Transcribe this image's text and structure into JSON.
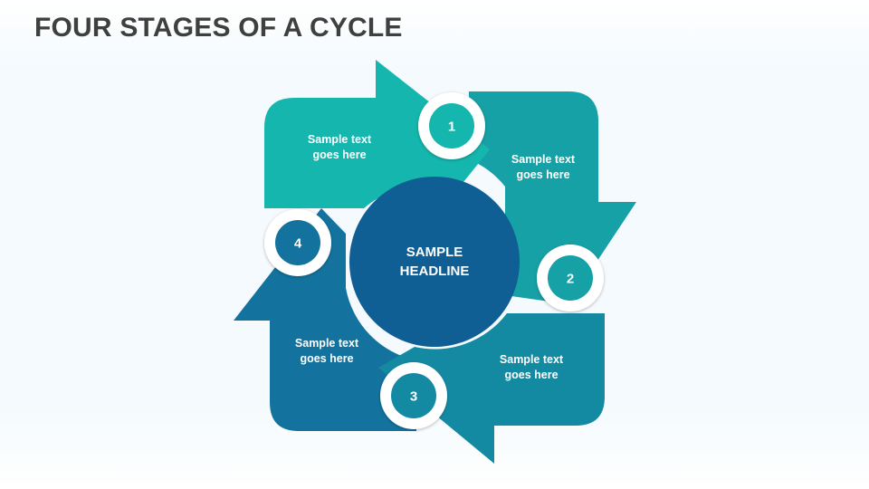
{
  "title": "FOUR STAGES OF A CYCLE",
  "center": {
    "line1": "SAMPLE",
    "line2": "HEADLINE",
    "color": "#0f5e94"
  },
  "stages": [
    {
      "number": "1",
      "line1": "Sample text",
      "line2": "goes here",
      "color": "#15b6ad"
    },
    {
      "number": "2",
      "line1": "Sample text",
      "line2": "goes here",
      "color": "#16a1a6"
    },
    {
      "number": "3",
      "line1": "Sample text",
      "line2": "goes here",
      "color": "#148aa2"
    },
    {
      "number": "4",
      "line1": "Sample text",
      "line2": "goes here",
      "color": "#13739e"
    }
  ]
}
